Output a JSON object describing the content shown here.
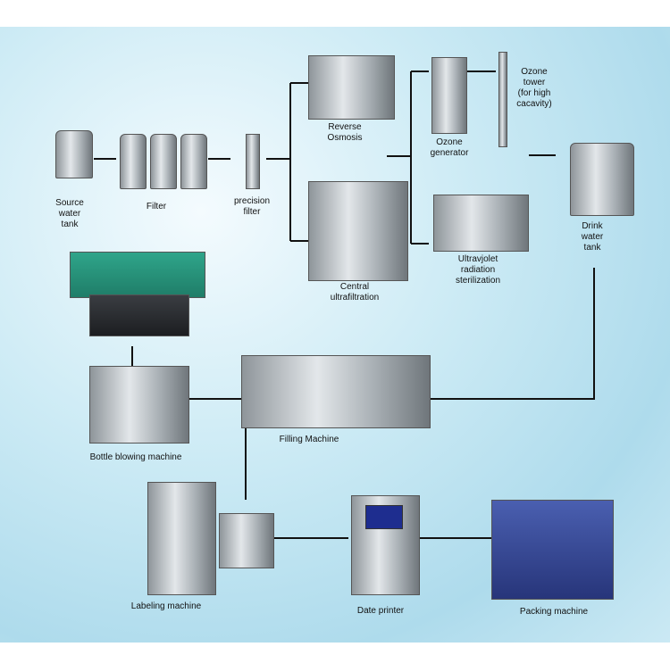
{
  "labels": {
    "source_tank": "Source\nwater\ntank",
    "filter": "Filter",
    "precision_filter": "precision\nfilter",
    "reverse_osmosis": "Reverse\nOsmosis",
    "ozone_generator": "Ozone\ngenerator",
    "ozone_tower": "Ozone\ntower\n(for high\ncacavity)",
    "drink_tank": "Drink\nwater\ntank",
    "ultrafiltration": "Central\nultrafiltration",
    "uv": "Ultravjolet\nradiation\nsterilization",
    "bottle_blowing": "Bottle blowing machine",
    "filling": "Filling Machine",
    "labeling": "Labeling machine",
    "date_printer": "Date printer",
    "packing": "Packing machine"
  }
}
